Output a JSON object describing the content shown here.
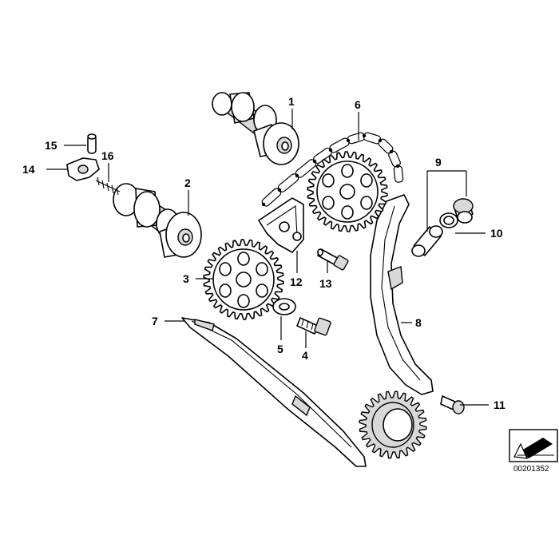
{
  "callouts": [
    {
      "id": "1",
      "label": "1"
    },
    {
      "id": "2",
      "label": "2"
    },
    {
      "id": "3",
      "label": "3"
    },
    {
      "id": "4",
      "label": "4"
    },
    {
      "id": "5",
      "label": "5"
    },
    {
      "id": "6",
      "label": "6"
    },
    {
      "id": "7",
      "label": "7"
    },
    {
      "id": "8",
      "label": "8"
    },
    {
      "id": "9",
      "label": "9"
    },
    {
      "id": "10",
      "label": "10"
    },
    {
      "id": "11",
      "label": "11"
    },
    {
      "id": "12",
      "label": "12"
    },
    {
      "id": "13",
      "label": "13"
    },
    {
      "id": "14",
      "label": "14"
    },
    {
      "id": "15",
      "label": "15"
    },
    {
      "id": "16",
      "label": "16"
    }
  ],
  "reference_number": "00201352"
}
